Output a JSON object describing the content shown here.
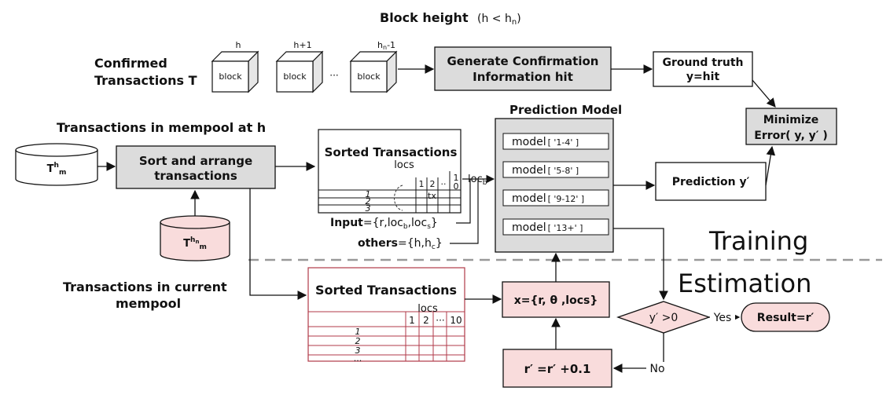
{
  "title": {
    "main": "Block height",
    "condition": "(h <  h",
    "sub": "n",
    "close": ")"
  },
  "confirmed": {
    "line1": "Confirmed",
    "line2": "Transactions T"
  },
  "blocks": {
    "b1_label": "h",
    "b2_label": "h+1",
    "b3_label_main": "h",
    "b3_label_sub": "n",
    "b3_label_suffix": "-1",
    "text": "block",
    "ellipsis": "···"
  },
  "generate": {
    "line1": "Generate Confirmation",
    "line2": "Information hit"
  },
  "ground_truth": {
    "line1": "Ground truth",
    "line2": "y=hit"
  },
  "minimize": {
    "line1": "Minimize",
    "line2": "Error( y, y′ )"
  },
  "mempool_h": {
    "title": "Transactions in mempool at h"
  },
  "cyl_top": {
    "base": "T",
    "sup": "h",
    "sub": "m"
  },
  "cyl_bottom": {
    "base": "T",
    "sup": "h",
    "sup2": "n",
    "sub": "m"
  },
  "sort": {
    "line1": "Sort and arrange",
    "line2": "transactions"
  },
  "sorted1": {
    "title": "Sorted Transactions",
    "locs": "locs",
    "h1": "1",
    "h2": "2",
    "h_dots": "··",
    "h3a": "1",
    "h3b": "0",
    "r1": "1",
    "r2": "2",
    "r3": "3",
    "tx": "tx",
    "locb_main": "loc",
    "locb_sub": "b"
  },
  "input": {
    "label": "Input",
    "rest": "={r,loc",
    "sub_b": "b",
    "mid": ",loc",
    "sub_s": "s",
    "close": "}"
  },
  "others": {
    "label": "others",
    "rest": "={h,h",
    "sub_c": "c",
    "close": "}"
  },
  "prediction_model": {
    "title": "Prediction Model",
    "models": [
      {
        "name": "model",
        "range": "[  '1-4'  ]"
      },
      {
        "name": "model",
        "range": "[  '5-8'  ]"
      },
      {
        "name": "model",
        "range": "[  '9-12'  ]"
      },
      {
        "name": "model",
        "range": "[  '13+'  ]"
      }
    ]
  },
  "prediction": {
    "label": "Prediction y′"
  },
  "training": "Training",
  "estimation": "Estimation",
  "current_mempool": {
    "line1": "Transactions in current",
    "line2": "mempool"
  },
  "sorted2": {
    "title": "Sorted Transactions",
    "locs": "locs",
    "h1": "1",
    "h2": "2",
    "h_dots": "···",
    "h3": "10",
    "r1": "1",
    "r2": "2",
    "r3": "3",
    "rdots": "···"
  },
  "xbox": {
    "label": "x={r, θ  ,locs}"
  },
  "decision": {
    "label": "y′   >0",
    "yes": "Yes",
    "no": "No"
  },
  "result": {
    "label": "Result=r′"
  },
  "rbox": {
    "label": "r′  =r′   +0.1"
  },
  "colors": {
    "gray_fill": "#dcdcdc",
    "pink_fill": "#f9dcdc",
    "pink_stroke": "#b03a48",
    "dash": "#999999"
  }
}
